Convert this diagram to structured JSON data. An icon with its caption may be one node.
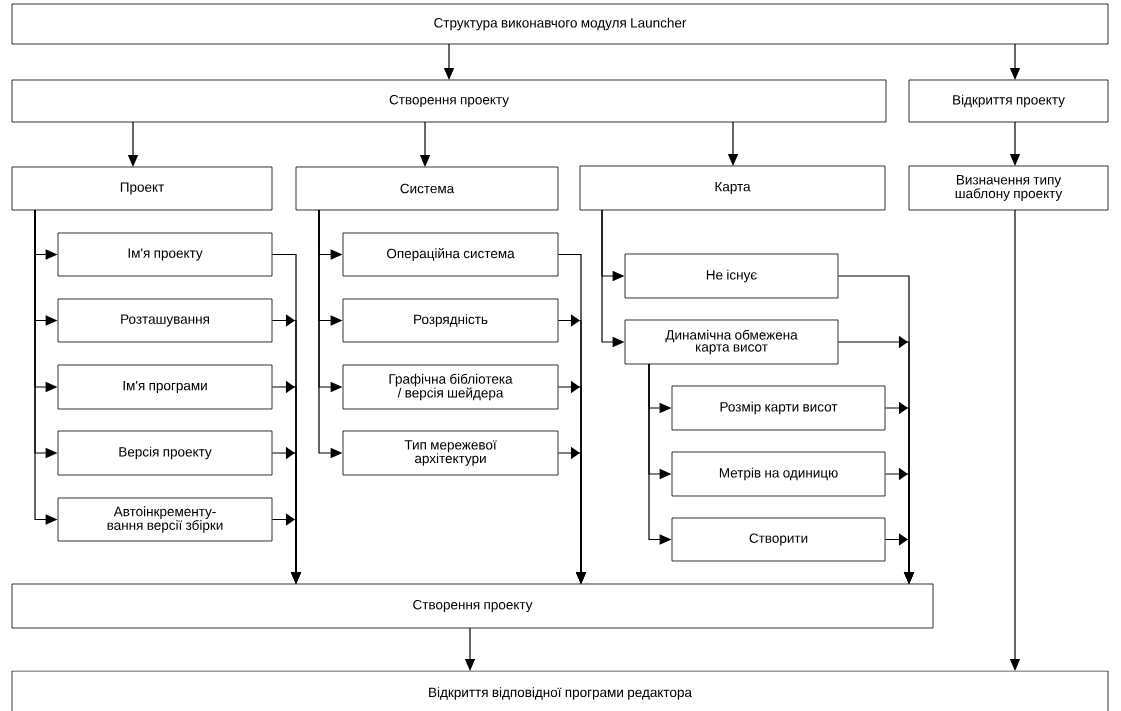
{
  "diagram": {
    "nodes": [
      {
        "text": [
          "Структура виконавчого модуля Launcher"
        ]
      },
      {
        "text": [
          "Створення проекту"
        ]
      },
      {
        "text": [
          "Відкриття проекту"
        ]
      },
      {
        "text": [
          "Проект"
        ]
      },
      {
        "text": [
          "Система"
        ]
      },
      {
        "text": [
          "Карта"
        ]
      },
      {
        "text": [
          "Визначення типу шаблону проекту"
        ]
      },
      {
        "text": [
          "Ім'я проекту"
        ]
      },
      {
        "text": [
          "Розташування"
        ]
      },
      {
        "text": [
          "Ім'я програми"
        ]
      },
      {
        "text": [
          "Версія проекту"
        ]
      },
      {
        "text": [
          "Автоінкременту-вання версії збірки"
        ]
      },
      {
        "text": [
          "Операційна система"
        ]
      },
      {
        "text": [
          "Розрядність"
        ]
      },
      {
        "text": [
          "Графічна бібліотека / версія шейдера"
        ]
      },
      {
        "text": [
          "Тип мережевої архітектури"
        ]
      },
      {
        "text": [
          "Не існує"
        ]
      },
      {
        "text": [
          "Динамічна обмежена карта висот"
        ]
      },
      {
        "text": [
          "Розмір карти висот"
        ]
      },
      {
        "text": [
          "Метрів на одиницю"
        ]
      },
      {
        "text": [
          "Створити"
        ]
      },
      {
        "text": [
          "Створення проекту"
        ]
      },
      {
        "text": [
          "Відкриття відповідної програми редактора"
        ]
      }
    ],
    "edges": [
      {
        "from": 0,
        "to": 1,
        "arrow": "to"
      },
      {
        "from": 0,
        "to": 2,
        "arrow": "to"
      },
      {
        "from": 1,
        "to": 3,
        "arrow": "to"
      },
      {
        "from": 1,
        "to": 4,
        "arrow": "to"
      },
      {
        "from": 1,
        "to": 5,
        "arrow": "to"
      },
      {
        "from": 2,
        "to": 6,
        "arrow": "to"
      },
      {
        "from": 3,
        "to": 7,
        "arrow": "to"
      },
      {
        "from": 3,
        "to": 8,
        "arrow": "to"
      },
      {
        "from": 3,
        "to": 9,
        "arrow": "to"
      },
      {
        "from": 3,
        "to": 10,
        "arrow": "to"
      },
      {
        "from": 3,
        "to": 11,
        "arrow": "to"
      },
      {
        "from": 4,
        "to": 12,
        "arrow": "to"
      },
      {
        "from": 4,
        "to": 13,
        "arrow": "to"
      },
      {
        "from": 4,
        "to": 14,
        "arrow": "to"
      },
      {
        "from": 4,
        "to": 15,
        "arrow": "to"
      },
      {
        "from": 5,
        "to": 16,
        "arrow": "to"
      },
      {
        "from": 5,
        "to": 17,
        "arrow": "to"
      },
      {
        "from": 17,
        "to": 18,
        "arrow": "to"
      },
      {
        "from": 17,
        "to": 19,
        "arrow": "to"
      },
      {
        "from": 17,
        "to": 20,
        "arrow": "to"
      },
      {
        "from": 7,
        "to": 21,
        "arrow": "to"
      },
      {
        "from": 8,
        "to": 21,
        "arrow": "to"
      },
      {
        "from": 9,
        "to": 21,
        "arrow": "to"
      },
      {
        "from": 10,
        "to": 21,
        "arrow": "to"
      },
      {
        "from": 11,
        "to": 21,
        "arrow": "to"
      },
      {
        "from": 12,
        "to": 21,
        "arrow": "to"
      },
      {
        "from": 13,
        "to": 21,
        "arrow": "to"
      },
      {
        "from": 14,
        "to": 21,
        "arrow": "to"
      },
      {
        "from": 15,
        "to": 21,
        "arrow": "to"
      },
      {
        "from": 16,
        "to": 21,
        "arrow": "to"
      },
      {
        "from": 17,
        "to": 21,
        "arrow": "to"
      },
      {
        "from": 18,
        "to": 21,
        "arrow": "to"
      },
      {
        "from": 19,
        "to": 21,
        "arrow": "to"
      },
      {
        "from": 20,
        "to": 21,
        "arrow": "to"
      },
      {
        "from": 21,
        "to": 22,
        "arrow": "to"
      },
      {
        "from": 6,
        "to": 22,
        "arrow": "to"
      }
    ]
  }
}
